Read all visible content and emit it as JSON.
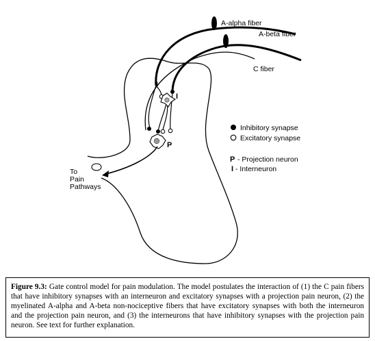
{
  "diagram": {
    "fiber_labels": {
      "a_alpha": "A-alpha fiber",
      "a_beta": "A-beta fiber",
      "c": "C fiber"
    },
    "neuron_labels": {
      "interneuron_left": "I",
      "interneuron_right": "I",
      "projection": "P"
    },
    "output_label": [
      "To",
      "Pain",
      "Pathways"
    ],
    "legend": {
      "inhibitory": "Inhibitory synapse",
      "excitatory": "Excitatory synapse",
      "p_key": "P",
      "p_text": "- Projection neuron",
      "i_key": "I",
      "i_text": "- Interneuron"
    }
  },
  "caption": {
    "label": "Figure 9.3:",
    "text": " Gate control model for pain modulation. The model postulates the interaction of (1) the C pain fibers that have inhibitory synapses with an interneuron and excitatory synapses with a projection pain neuron, (2) the myelinated A-alpha and A-beta non-nociceptive fibers that have excitatory synapses with both the interneuron and the projection pain neuron, and (3) the interneurons that have inhibitory synapses with the projection pain neuron. See text for further explanation."
  }
}
